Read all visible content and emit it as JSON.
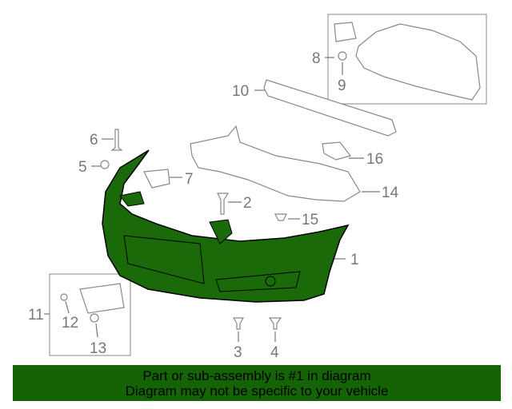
{
  "diagram": {
    "callouts": [
      "1",
      "2",
      "3",
      "4",
      "5",
      "6",
      "7",
      "8",
      "9",
      "10",
      "11",
      "12",
      "13",
      "14",
      "15",
      "16"
    ],
    "highlighted_part": "1",
    "highlight_color": "#146405"
  },
  "banner": {
    "line1": "Part or sub-assembly is #1 in diagram",
    "line2": "Diagram may not be specific to your vehicle",
    "background": "#146405"
  }
}
